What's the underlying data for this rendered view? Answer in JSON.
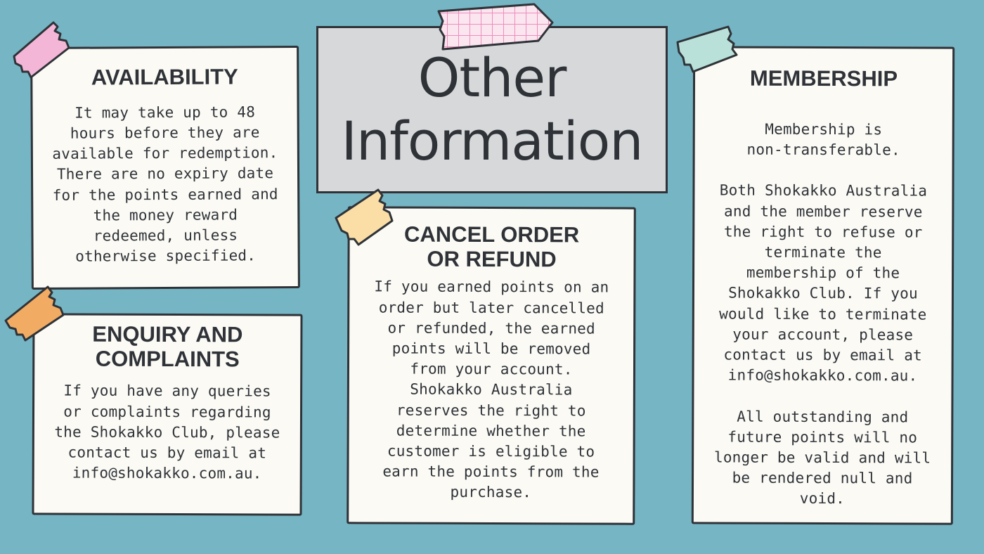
{
  "title": "Other\nInformation",
  "colors": {
    "background": "#75b5c4",
    "card": "#fbfaf5",
    "title_panel": "#d7d8da",
    "text": "#2f3338",
    "tape_pink": "#f4b6d6",
    "tape_orange": "#f2ab62",
    "tape_yellow": "#fbdda6",
    "tape_mint": "#b9e1da",
    "tape_grid": "#f7c4de"
  },
  "sections": {
    "availability": {
      "heading": "AVAILABILITY",
      "body": "It may take up to 48\nhours before they are\navailable for redemption.\nThere are no expiry date\nfor the points earned and\nthe money reward\nredeemed, unless\notherwise specified."
    },
    "enquiry": {
      "heading": "ENQUIRY AND COMPLAINTS",
      "body": "If you have any queries\nor complaints regarding\nthe Shokakko Club, please\ncontact us by email at\ninfo@shokakko.com.au."
    },
    "cancel": {
      "heading": "CANCEL ORDER\nOR REFUND",
      "body": "If you earned points on an\norder but later cancelled\nor refunded, the earned\npoints will be removed\nfrom your account.\nShokakko Australia\nreserves the right to\ndetermine whether the\ncustomer is eligible to\nearn the points from the\npurchase."
    },
    "membership": {
      "heading": "MEMBERSHIP",
      "body": "Membership is\nnon-transferable.\n\nBoth Shokakko Australia\nand the member reserve\nthe right to refuse or\nterminate the\nmembership of the\nShokakko Club. If you\nwould like to terminate\nyour account, please\ncontact us by email at\ninfo@shokakko.com.au.\n\nAll outstanding and\nfuture points will no\nlonger be valid and will\nbe rendered null and\nvoid."
    }
  }
}
